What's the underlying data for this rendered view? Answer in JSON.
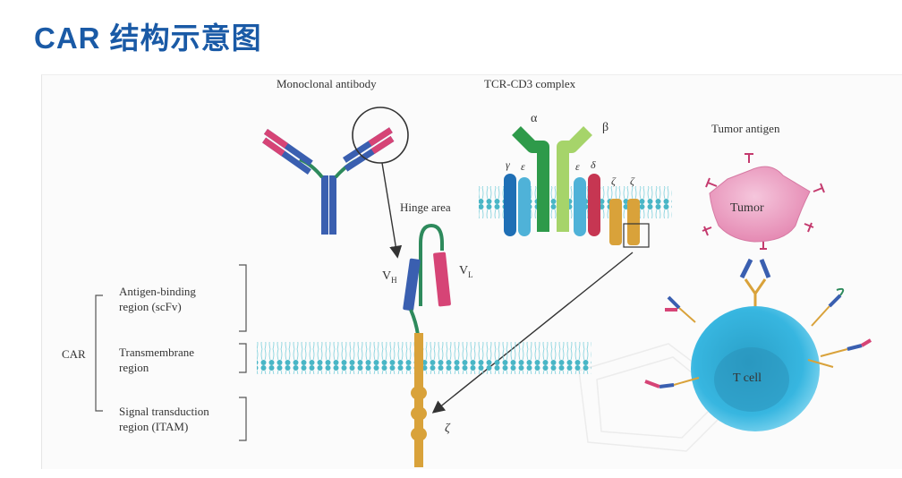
{
  "title": "CAR 结构示意图",
  "labels": {
    "monoclonal": "Monoclonal antibody",
    "tcr": "TCR-CD3 complex",
    "tumor_antigen": "Tumor antigen",
    "tumor": "Tumor",
    "tcell": "T cell",
    "hinge": "Hinge area",
    "vh": "V",
    "vh_sub": "H",
    "vl": "V",
    "vl_sub": "L",
    "alpha": "α",
    "beta": "β",
    "gamma": "γ",
    "epsilon1": "ε",
    "epsilon2": "ε",
    "delta": "δ",
    "zeta1": "ζ",
    "zeta2": "ζ",
    "zeta_main": "ζ",
    "car": "CAR",
    "antigen_binding_1": "Antigen-binding",
    "antigen_binding_2": "region (scFv)",
    "transmembrane_1": "Transmembrane",
    "transmembrane_2": "region",
    "signal_1": "Signal transduction",
    "signal_2": "region (ITAM)"
  }
}
